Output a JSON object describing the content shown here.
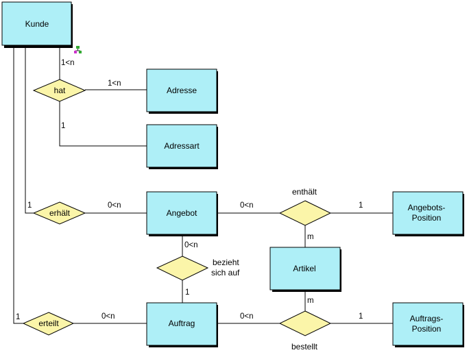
{
  "entities": {
    "kunde": "Kunde",
    "adresse": "Adresse",
    "adressart": "Adressart",
    "angebot": "Angebot",
    "angebots_position": [
      "Angebots-",
      "Position"
    ],
    "artikel": "Artikel",
    "auftrag": "Auftrag",
    "auftrags_position": [
      "Auftrags-",
      "Position"
    ]
  },
  "relationships": {
    "hat": "hat",
    "erhaelt": "erhält",
    "enthaelt": "enthält",
    "bezieht_sich_auf": [
      "bezieht",
      "sich auf"
    ],
    "erteilt": "erteilt",
    "bestellt": "bestellt"
  },
  "cardinalities": {
    "kunde_hat": "1<n",
    "hat_adresse": "1<n",
    "hat_adressart": "1",
    "kunde_erhaelt": "1",
    "erhaelt_angebot": "0<n",
    "angebot_enthaelt": "0<n",
    "enthaelt_angebotspos": "1",
    "enthaelt_artikel": "m",
    "angebot_bezieht": "0<n",
    "bezieht_auftrag": "1",
    "kunde_erteilt": "1",
    "erteilt_auftrag": "0<n",
    "auftrag_bestellt": "0<n",
    "bestellt_auftragspos": "1",
    "artikel_bestellt": "m"
  },
  "colors": {
    "entity": "#aeeff7",
    "relationship": "#fbf5a9",
    "icon": "#33aa33"
  }
}
